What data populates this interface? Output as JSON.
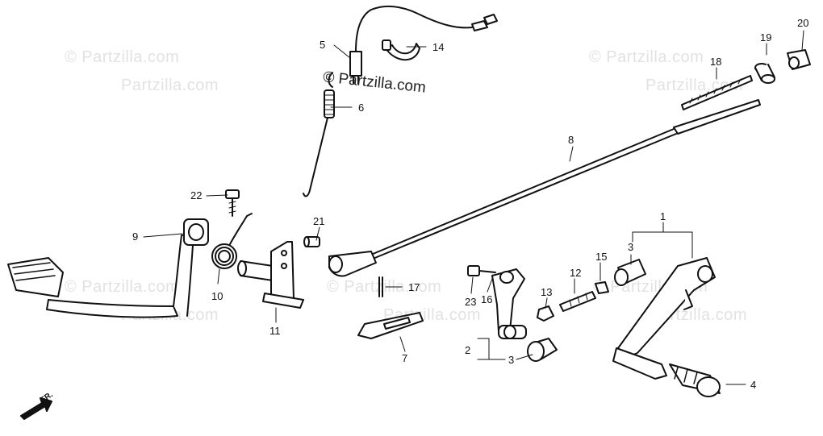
{
  "watermark": {
    "light": "© Partzilla.com",
    "main": "© Partzilla.com"
  },
  "direction_label": "FR.",
  "callouts": {
    "c1": "1",
    "c2": "2",
    "c3a": "3",
    "c3b": "3",
    "c4": "4",
    "c5": "5",
    "c6": "6",
    "c7": "7",
    "c8": "8",
    "c9": "9",
    "c10": "10",
    "c11": "11",
    "c12": "12",
    "c13": "13",
    "c14": "14",
    "c15": "15",
    "c16": "16",
    "c17": "17",
    "c18": "18",
    "c19": "19",
    "c20": "20",
    "c21": "21",
    "c22": "22",
    "c23": "23"
  }
}
